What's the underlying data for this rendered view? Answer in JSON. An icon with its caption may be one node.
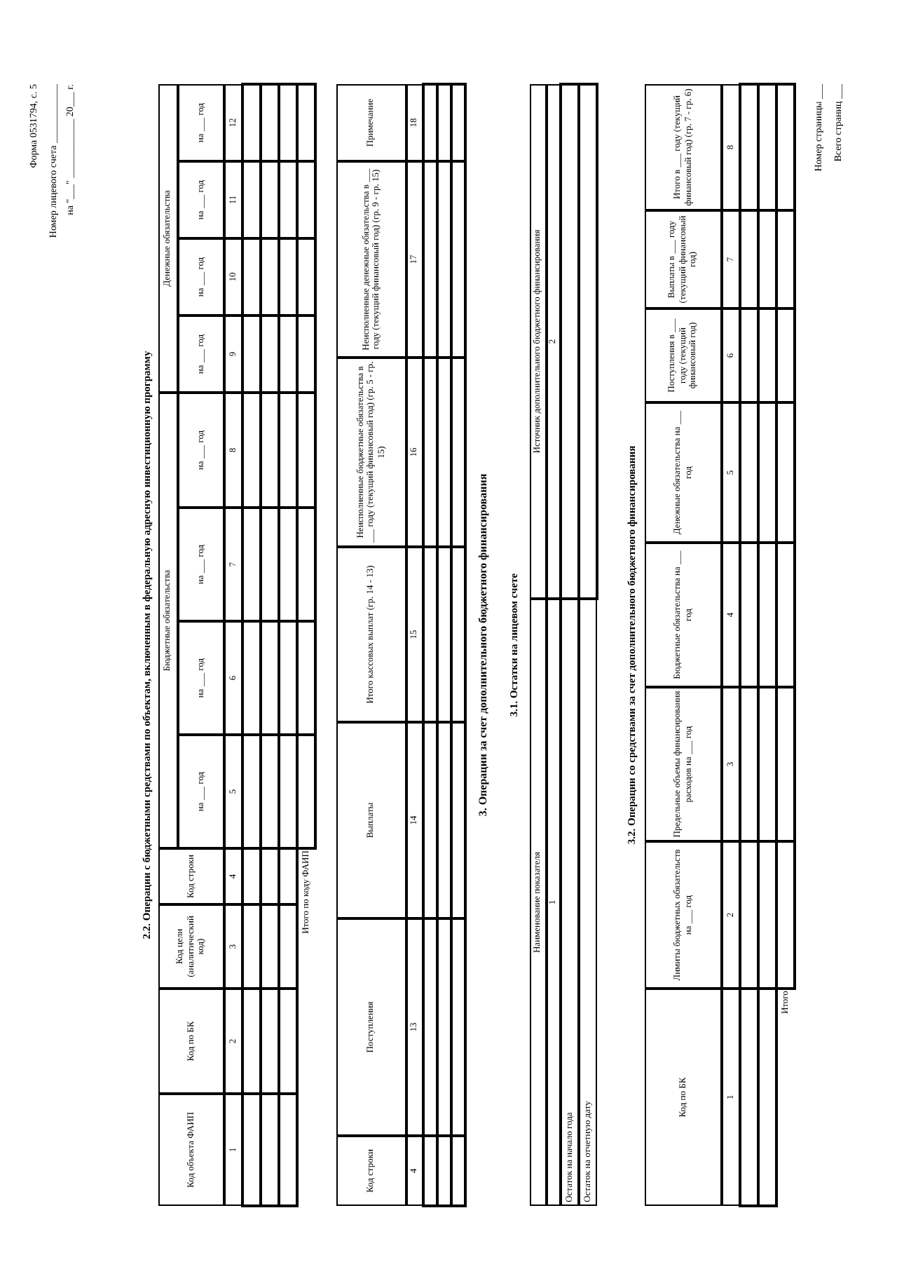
{
  "diagram": {
    "labels": [
      "Форма 0531794, с. 5",
      "Номер лицевого счета ____________",
      "на \"___\" ____________ 20___ г.",
      "2.2. Операции с бюджетными средствами по объектам, включенным в федеральную адресную инвестиционную программу",
      "Код объекта ФАИП",
      "Код по БК",
      "Код цели (аналитический код)",
      "Код строки",
      "Бюджетные обязательства",
      "Денежные обязательства",
      "на ___ год",
      "на ___ год",
      "на ___ год",
      "на ___ год",
      "на ___ год",
      "на ___ год",
      "на ___ год",
      "на ___ год",
      "1",
      "2",
      "3",
      "4",
      "5",
      "6",
      "7",
      "8",
      "9",
      "10",
      "11",
      "12",
      "Итого по коду ФАИП",
      "Код строки",
      "Поступления",
      "Выплаты",
      "Итого кассовых выплат (гр. 14 - 13)",
      "Неисполненные бюджетные обязательства в ___ году (текущий финансовый год) (гр. 5 - гр. 15)",
      "Неисполненные денежные обязательства в ___ году (текущий финансовый год) (гр. 9 - гр. 15)",
      "Примечание",
      "4",
      "13",
      "14",
      "15",
      "16",
      "17",
      "18",
      "3. Операции за счет дополнительного бюджетного финансирования",
      "3.1. Остатки на лицевом счете",
      "Наименование показателя",
      "Источник дополнительного бюджетного финансирования",
      "1",
      "2",
      "Остаток на начало года",
      "Остаток на отчетную дату",
      "3.2. Операции со средствами за счет дополнительного бюджетного финансирования",
      "Код по БК",
      "Лимиты бюджетных обязательств на ___ год",
      "Предельные объемы финансирования расходов на ___ год",
      "Бюджетные обязательства на ___ год",
      "Денежные обязательства на ___ год",
      "Поступления в ___ году (текущий финансовый год)",
      "Выплаты в ___ году (текущий финансовый год)",
      "Итого в ___ году (текущий финансовый год) (гр. 7 - гр. 6)",
      "1",
      "2",
      "3",
      "4",
      "5",
      "6",
      "7",
      "8",
      "Итого",
      "Номер страницы ___",
      "Всего страниц ___"
    ]
  }
}
